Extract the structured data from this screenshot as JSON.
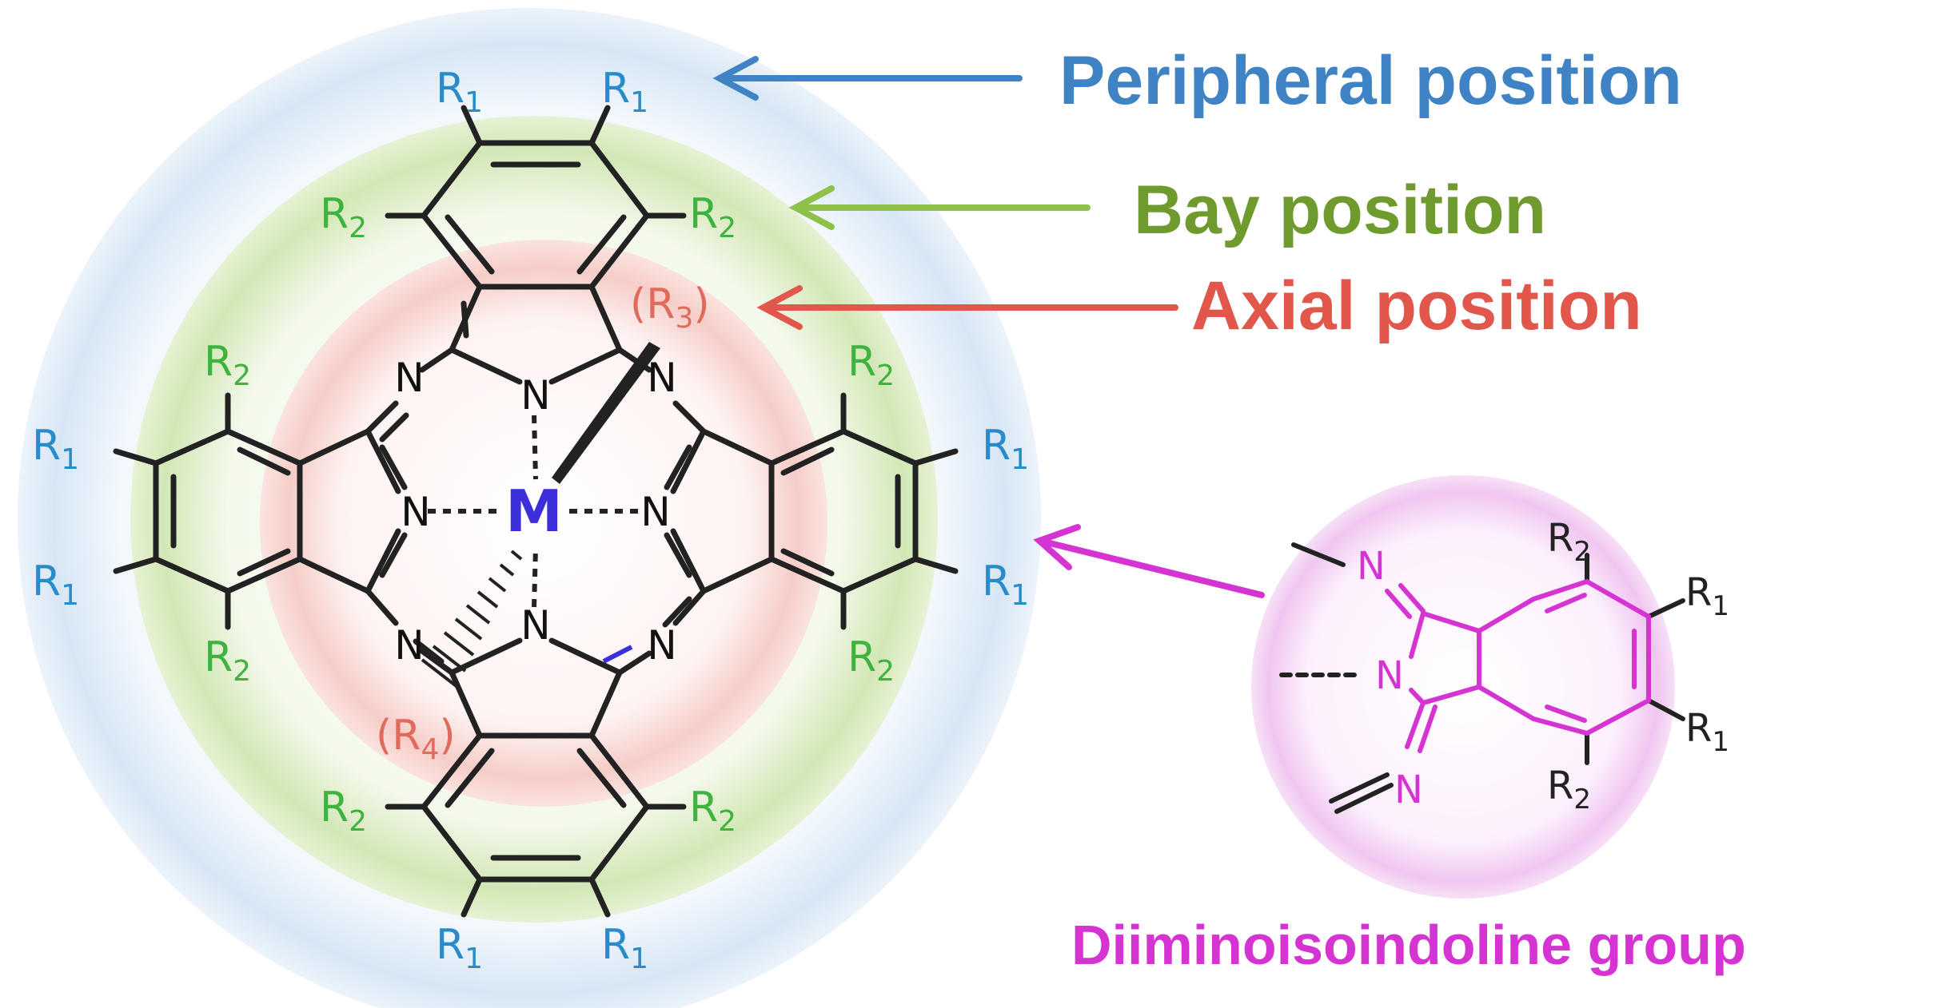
{
  "labels": {
    "peripheral": "Peripheral position",
    "bay": "Bay position",
    "axial": "Axial position",
    "group": "Diiminoisoindoline group"
  },
  "atoms": {
    "metal": "M",
    "nitrogen": "N",
    "r_base": "R",
    "r1_sub": "1",
    "r2_sub": "2",
    "r3_sub": "3",
    "r4_sub": "4",
    "paren_open": "(",
    "paren_close": ")"
  },
  "colors": {
    "peripheral": "#3f83c4",
    "bay": "#6f9b2e",
    "axial": "#e2574c",
    "group": "#d534d2",
    "r1": "#2a8bc9",
    "r2": "#3fb33f",
    "r_axial": "#e06a5c",
    "metal": "#3a2fd8",
    "bond": "#222222"
  }
}
